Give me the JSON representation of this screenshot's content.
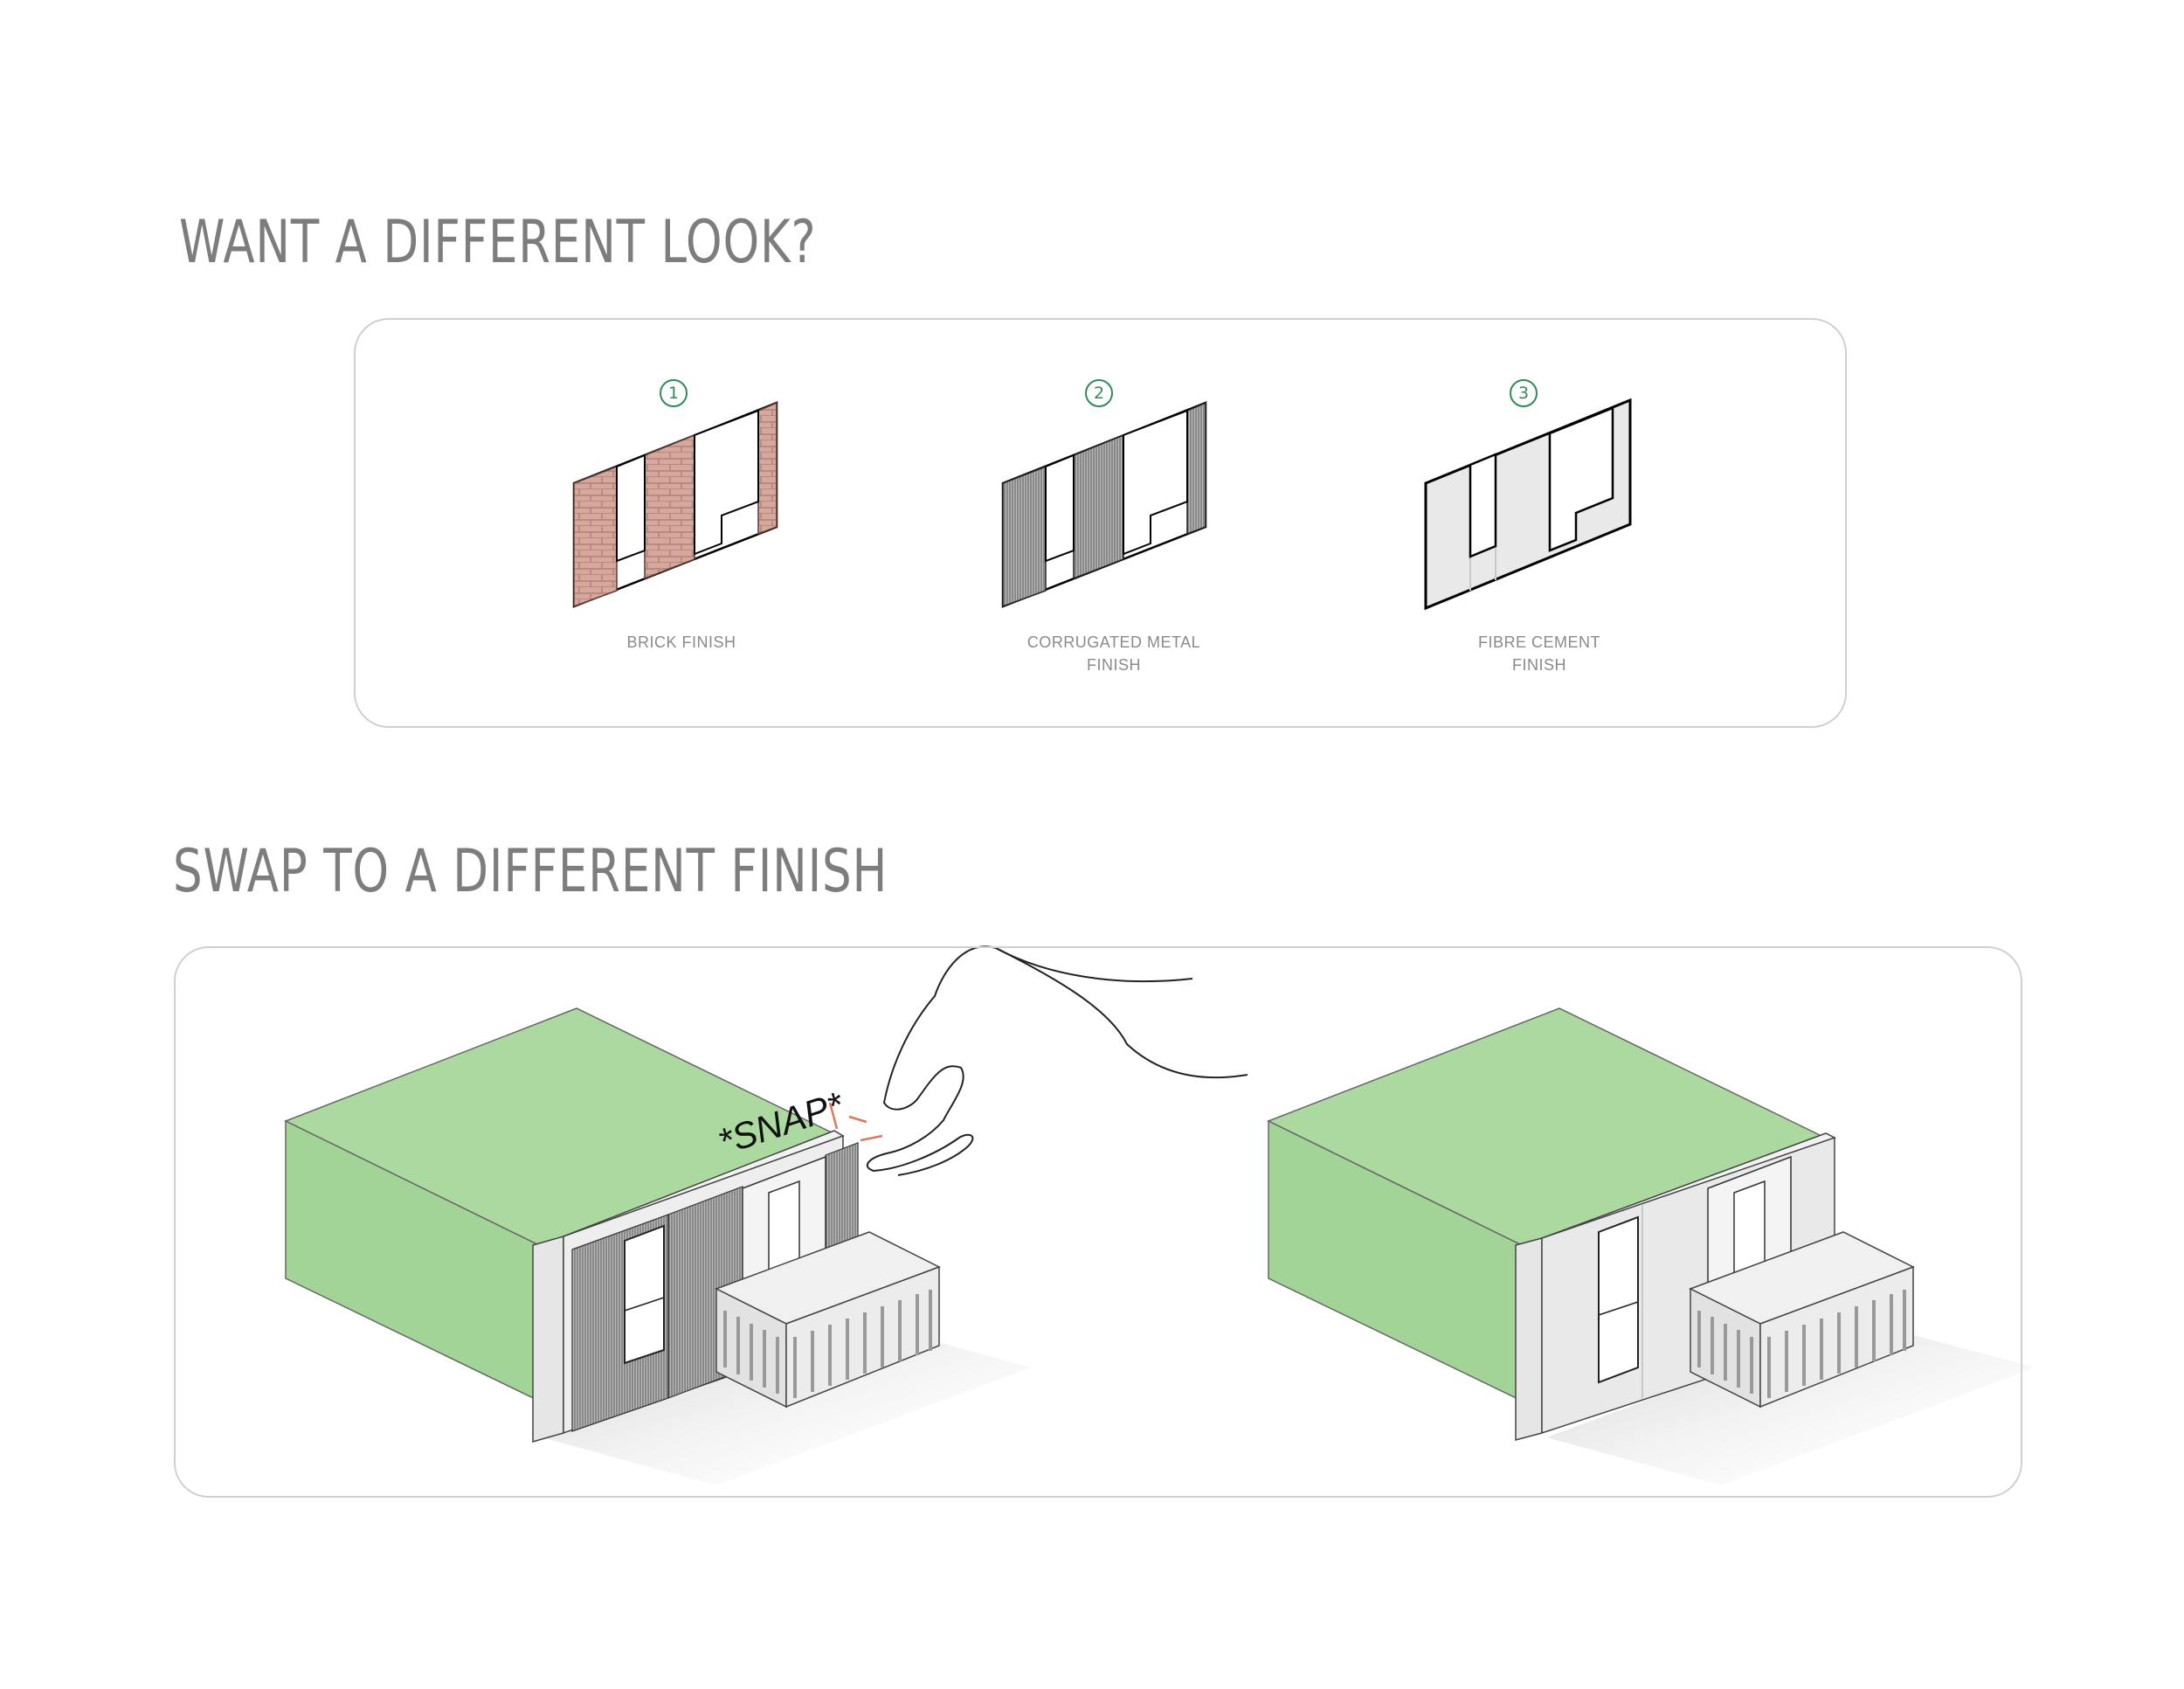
{
  "headings": {
    "look": "WANT A DIFFERENT LOOK?",
    "swap": "SWAP TO A DIFFERENT FINISH"
  },
  "finishes": [
    {
      "number": "1",
      "label_line1": "BRICK FINISH",
      "label_line2": ""
    },
    {
      "number": "2",
      "label_line1": "CORRUGATED METAL",
      "label_line2": "FINISH"
    },
    {
      "number": "3",
      "label_line1": "FIBRE CEMENT",
      "label_line2": "FINISH"
    }
  ],
  "snap_text": "*SNAP*",
  "colors": {
    "roof_green": "#acd9a0",
    "side_green": "#a3d497",
    "brick": "#d6a79d",
    "metal": "#9a9a9a",
    "fibre": "#e9e9e9",
    "accent_green": "#2e8b57",
    "heading_gray": "#7d7d7d"
  }
}
